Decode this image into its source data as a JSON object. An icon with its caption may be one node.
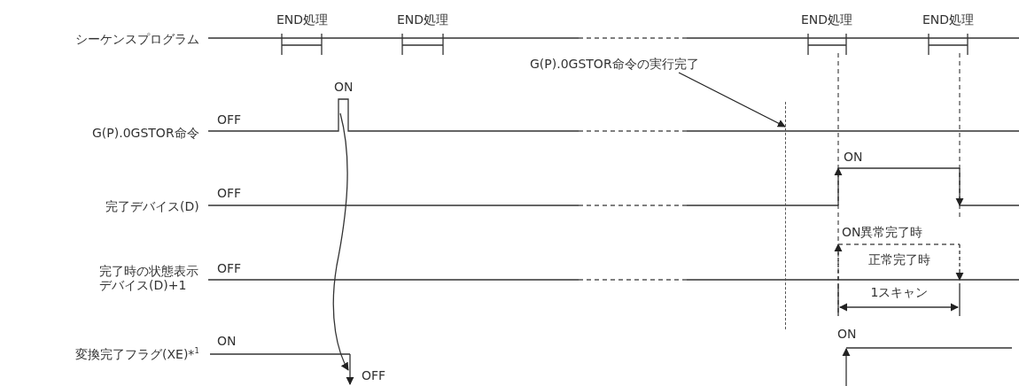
{
  "diagram": {
    "nodes": [
      {
        "text": [
          "G(P).0GSTOR命令の実行完了"
        ]
      },
      {
        "text": [],
        "shape": "line"
      }
    ],
    "edges": [
      {
        "from": 0,
        "to": 1,
        "arrow": "to"
      }
    ],
    "labels": [
      "END処理",
      "END処理",
      "END処理",
      "END処理",
      "シーケンスプログラム",
      "ON",
      "OFF",
      "G(P).0GSTOR命令",
      "ON",
      "OFF",
      "完了デバイス(D)",
      "ON異常完了時",
      "正常完了時",
      "完了時の状態表示デバイス(D)+1",
      "OFF",
      "1スキャン",
      "ON",
      "変換完了フラグ(XE)*$^{1}$",
      "ON",
      "OFF"
    ]
  }
}
